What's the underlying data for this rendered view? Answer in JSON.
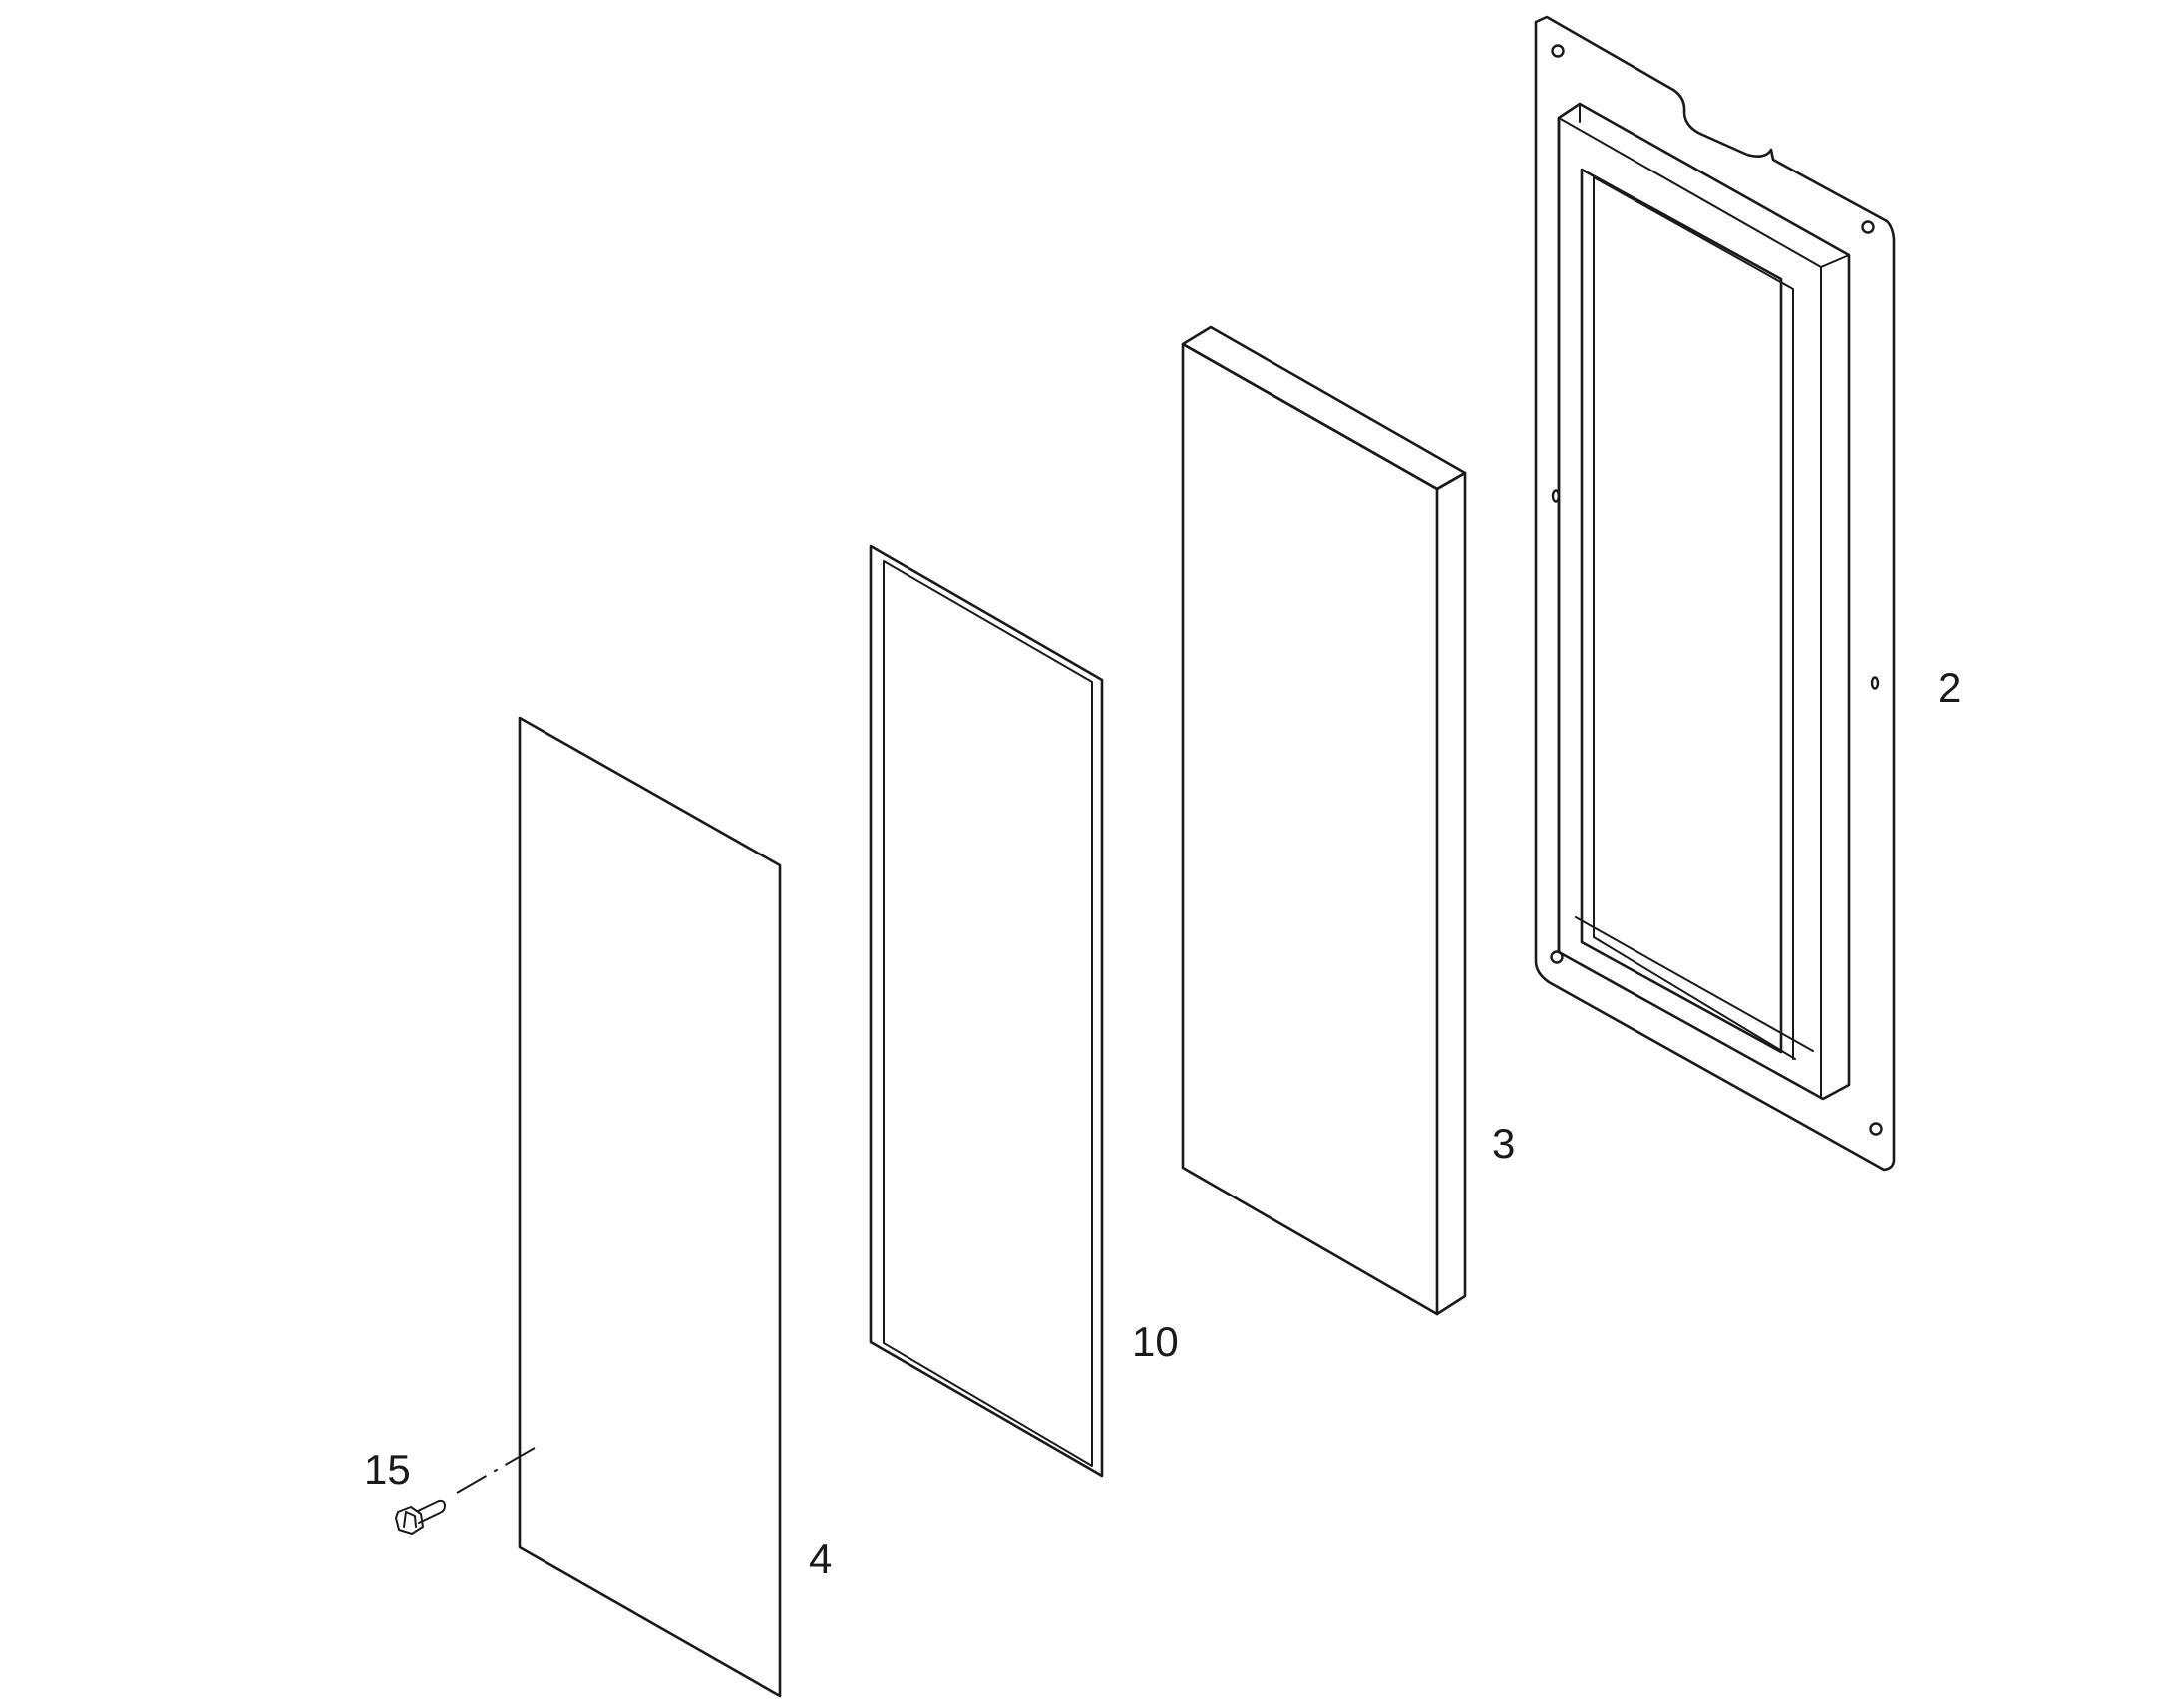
{
  "callouts": {
    "frame": "2",
    "filter_block": "3",
    "panel": "4",
    "gasket": "10",
    "bolt": "15"
  }
}
